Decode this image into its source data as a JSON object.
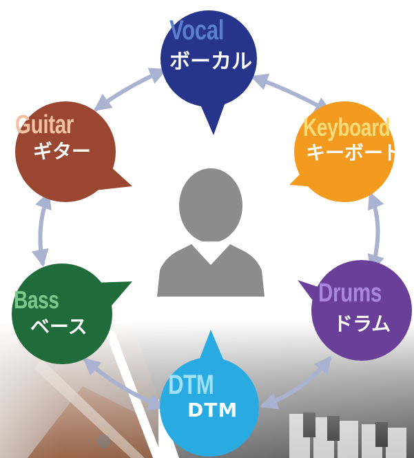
{
  "center": {
    "icon": "person-silhouette-icon"
  },
  "nodes": {
    "vocal": {
      "en": "Vocal",
      "jp": "ボーカル",
      "color": "#27348b",
      "en_color": "#5a7fd0"
    },
    "keyboard": {
      "en": "Keyboard",
      "jp": "キーボード",
      "color": "#f39a1f",
      "en_color": "#f8dd7a"
    },
    "drums": {
      "en": "Drums",
      "jp": "ドラム",
      "color": "#6a3f99",
      "en_color": "#a987e0"
    },
    "dtm": {
      "en": "DTM",
      "jp": "DTM",
      "color": "#29abe2",
      "en_color": "#9fe1ff"
    },
    "bass": {
      "en": "Bass",
      "jp": "ベース",
      "color": "#1f6b3a",
      "en_color": "#7cc98e"
    },
    "guitar": {
      "en": "Guitar",
      "jp": "ギター",
      "color": "#9a4630",
      "en_color": "#f4c2a2"
    }
  },
  "colors": {
    "arrow": "#aab2d2",
    "person": "#8c8c8c"
  },
  "background": {
    "photo": "band-instruments-photo-faded"
  }
}
